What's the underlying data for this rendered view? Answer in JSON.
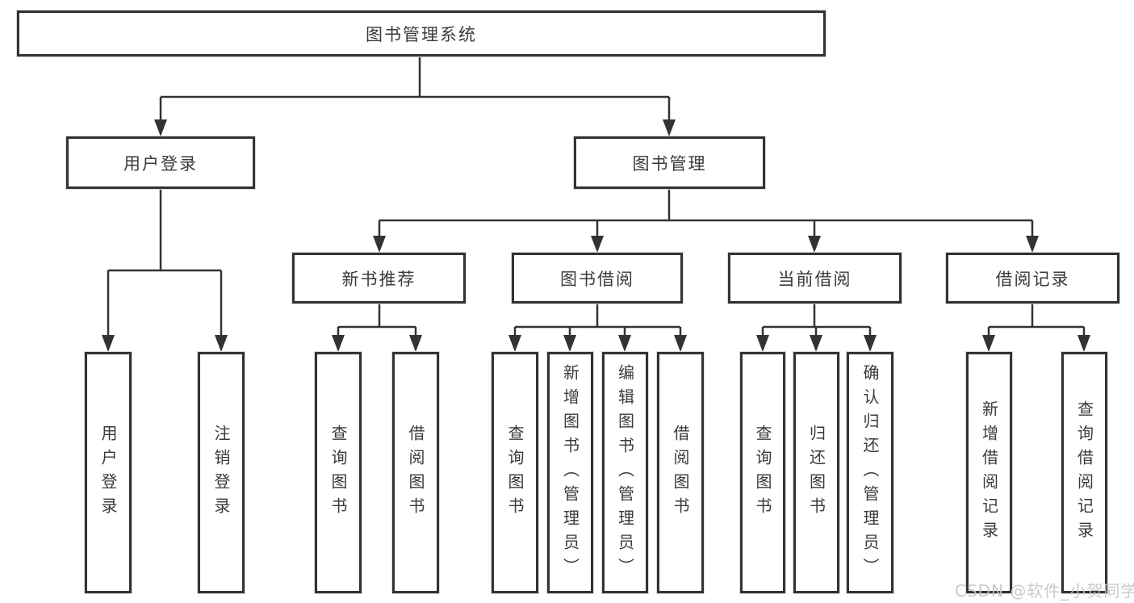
{
  "diagram": {
    "colors": {
      "line": "#333333",
      "box_border": "#333333",
      "text": "#3a3a3a",
      "watermark": "#c6c6c6",
      "background": "#ffffff"
    },
    "nodes": {
      "root": {
        "label": "图书管理系统"
      },
      "user_login": {
        "label": "用户登录"
      },
      "book_management": {
        "label": "图书管理"
      },
      "new_book_recommend": {
        "label": "新书推荐"
      },
      "book_borrowing": {
        "label": "图书借阅"
      },
      "current_borrowing": {
        "label": "当前借阅"
      },
      "borrowing_records": {
        "label": "借阅记录"
      },
      "leaf_user_login": {
        "label": "用户登录"
      },
      "leaf_logout": {
        "label": "注销登录"
      },
      "leaf_query_books_recommend": {
        "label": "查询图书"
      },
      "leaf_borrow_books_recommend": {
        "label": "借阅图书"
      },
      "leaf_query_books_borrowing": {
        "label": "查询图书"
      },
      "leaf_add_books_admin": {
        "label": "新增图书（管理员）"
      },
      "leaf_edit_books_admin": {
        "label": "编辑图书（管理员）"
      },
      "leaf_borrow_books_borrowing": {
        "label": "借阅图书"
      },
      "leaf_query_books_current": {
        "label": "查询图书"
      },
      "leaf_return_books": {
        "label": "归还图书"
      },
      "leaf_confirm_return_admin": {
        "label": "确认归还（管理员）"
      },
      "leaf_add_borrow_record": {
        "label": "新增借阅记录"
      },
      "leaf_query_borrow_record": {
        "label": "查询借阅记录"
      }
    },
    "edges": [
      [
        "root",
        "user_login"
      ],
      [
        "root",
        "book_management"
      ],
      [
        "user_login",
        "leaf_user_login"
      ],
      [
        "user_login",
        "leaf_logout"
      ],
      [
        "book_management",
        "new_book_recommend"
      ],
      [
        "book_management",
        "book_borrowing"
      ],
      [
        "book_management",
        "current_borrowing"
      ],
      [
        "book_management",
        "borrowing_records"
      ],
      [
        "new_book_recommend",
        "leaf_query_books_recommend"
      ],
      [
        "new_book_recommend",
        "leaf_borrow_books_recommend"
      ],
      [
        "book_borrowing",
        "leaf_query_books_borrowing"
      ],
      [
        "book_borrowing",
        "leaf_add_books_admin"
      ],
      [
        "book_borrowing",
        "leaf_edit_books_admin"
      ],
      [
        "book_borrowing",
        "leaf_borrow_books_borrowing"
      ],
      [
        "current_borrowing",
        "leaf_query_books_current"
      ],
      [
        "current_borrowing",
        "leaf_return_books"
      ],
      [
        "current_borrowing",
        "leaf_confirm_return_admin"
      ],
      [
        "borrowing_records",
        "leaf_add_borrow_record"
      ],
      [
        "borrowing_records",
        "leaf_query_borrow_record"
      ]
    ],
    "watermark": {
      "text": "CSDN @软件_小贺同学"
    }
  }
}
